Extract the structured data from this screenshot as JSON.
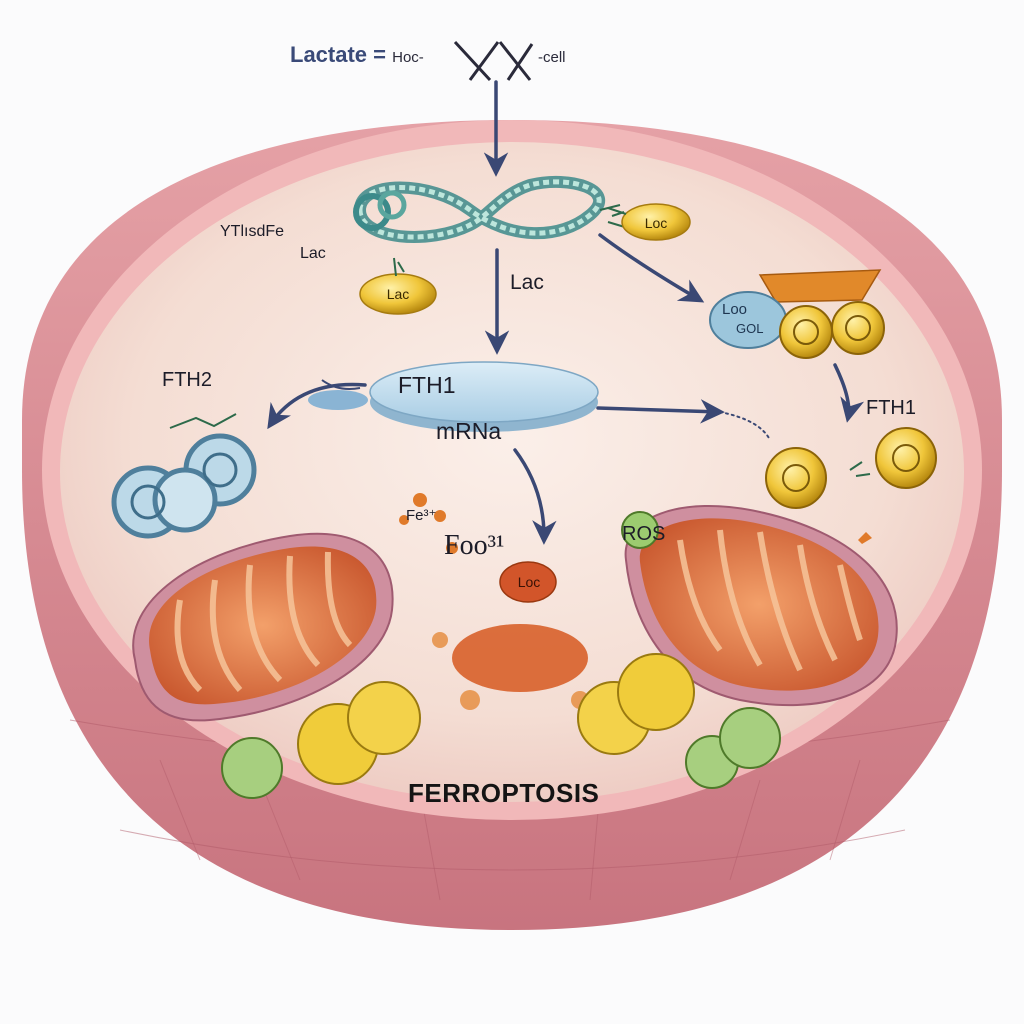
{
  "header": {
    "lactate": "Lactate =",
    "hoc": "Hoc-",
    "cell": "-cell"
  },
  "labels": {
    "ythdf": "YTlısdFe",
    "lac_side": "Lac",
    "lac_mid": "Lac",
    "fth2": "FTH2",
    "fth1_top": "FTH1",
    "mrna": "mRNa",
    "fth1_right": "FTH1",
    "ros": "ROS",
    "fe_cluster": "Fe³⁺",
    "fe_cluster_2": "Foo³¹",
    "ferroptosis": "FERROPTOSIS"
  },
  "pills": {
    "lac_left": "Lac",
    "loc_right": "Loc",
    "loc_blue": "Loo",
    "gol_blue": "GOL",
    "orange": "Loc"
  },
  "colors": {
    "membrane": "#e7a9b0",
    "cytoplasm": "#f6e2da",
    "mitochondria": "#d9744a",
    "ferritin_gold": "#c99a22",
    "ferritin_blue": "#7fb1cc",
    "arrow": "#3a4874",
    "lactate_pill": "#f0c63a"
  }
}
